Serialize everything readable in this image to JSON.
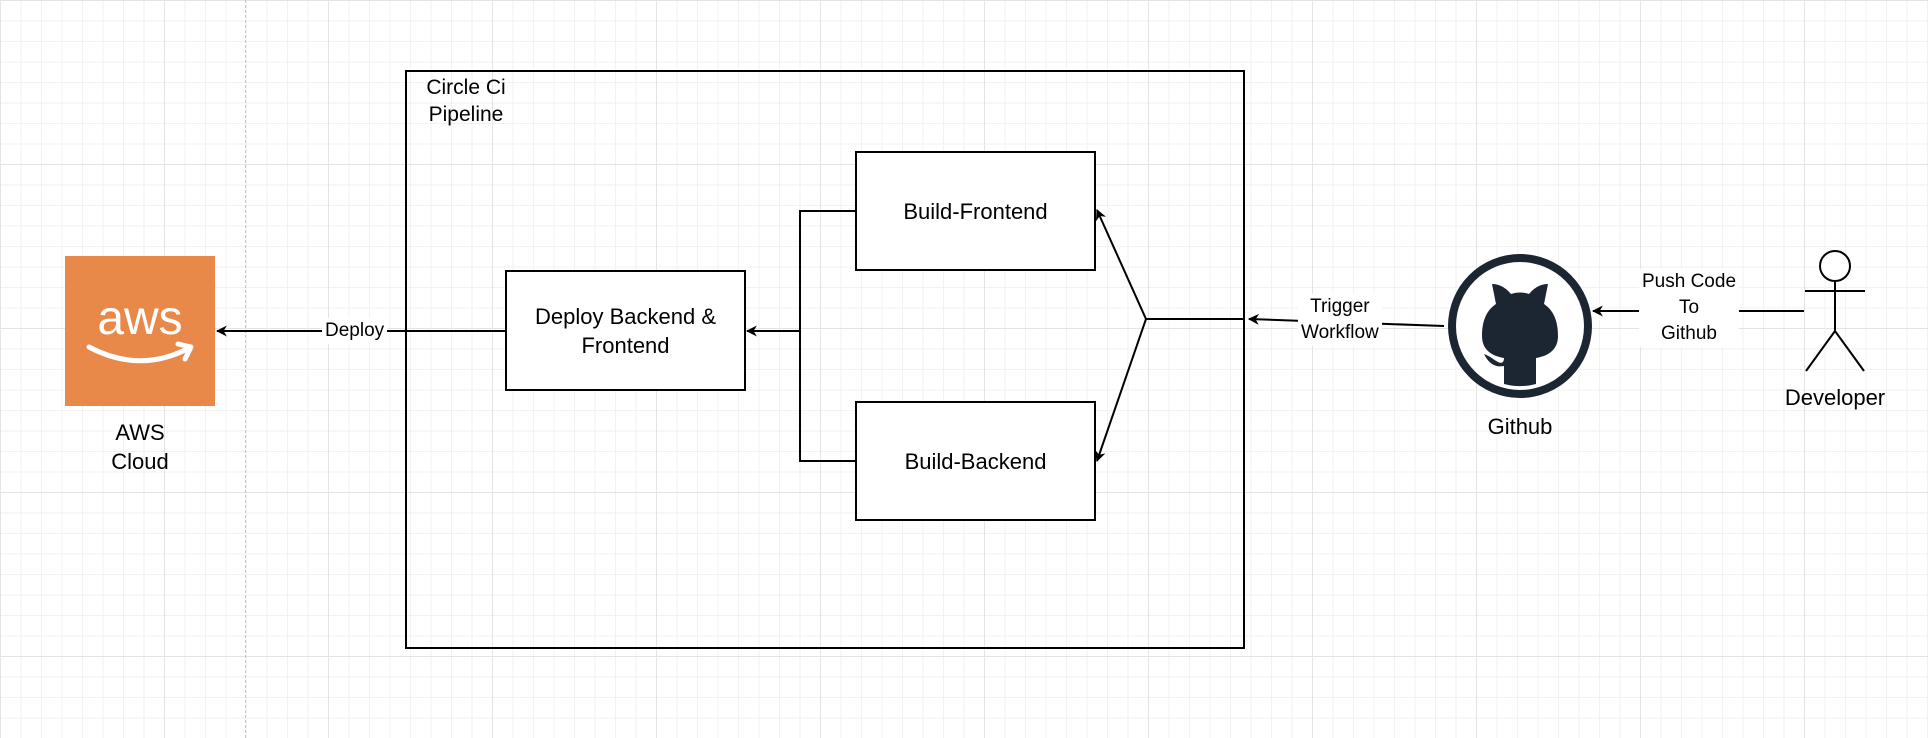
{
  "colors": {
    "aws_orange": "#E8894A",
    "github_navy": "#1B2632",
    "stroke": "#000000"
  },
  "container": {
    "label": "Circle Ci\nPipeline"
  },
  "nodes": {
    "deploy": "Deploy Backend & Frontend",
    "build_frontend": "Build-Frontend",
    "build_backend": "Build-Backend",
    "aws": {
      "logo_text": "aws",
      "label": "AWS\nCloud",
      "icon": "aws-logo-icon"
    },
    "github": {
      "label": "Github",
      "icon": "github-octocat-icon"
    },
    "developer": {
      "label": "Developer",
      "icon": "stick-figure-actor-icon"
    }
  },
  "edges": {
    "deploy_label": "Deploy",
    "trigger_label": "Trigger\nWorkflow",
    "push_label": "Push Code\nTo\nGithub"
  }
}
